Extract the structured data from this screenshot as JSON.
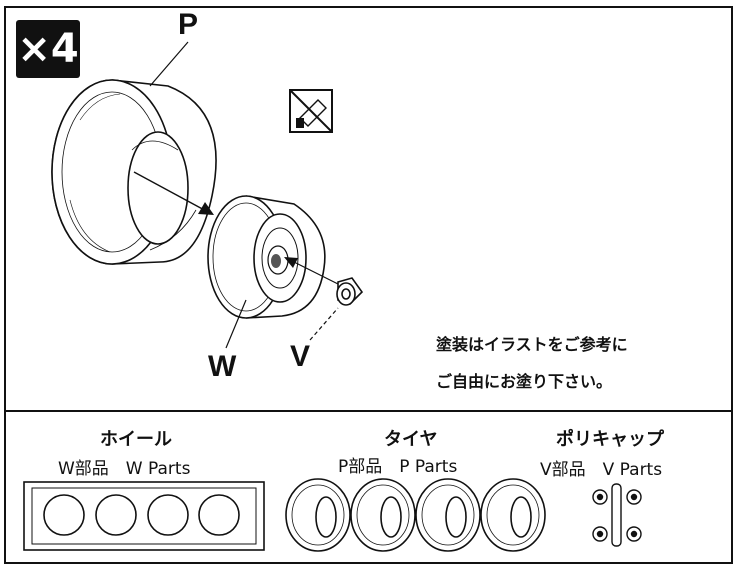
{
  "badge": "×4",
  "labels": {
    "p": "P",
    "w": "W",
    "v": "V"
  },
  "paint_note": {
    "line1": "塗装はイラストをご参考に",
    "line2": "ご自由にお塗り下さい。"
  },
  "paint_icon": "no-paint-tube-icon",
  "parts": [
    {
      "title": "ホイール",
      "subtitle": "W部品　W Parts",
      "count": 4
    },
    {
      "title": "タイヤ",
      "subtitle": "P部品　P Parts",
      "count": 4
    },
    {
      "title": "ポリキャップ",
      "subtitle": "V部品　V Parts",
      "count": 4
    }
  ]
}
